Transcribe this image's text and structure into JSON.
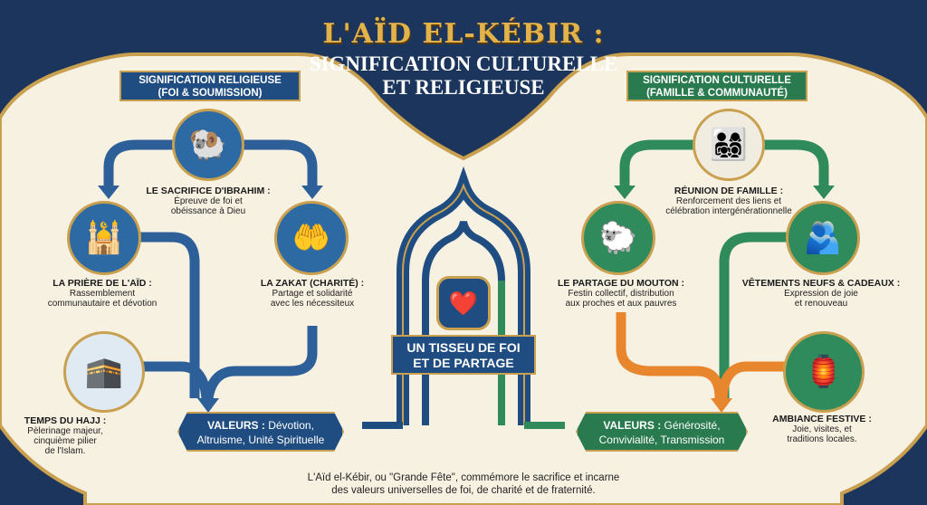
{
  "title": {
    "line1": "L'AÏD EL-KÉBIR :",
    "line2": "SIGNIFICATION CULTURELLE",
    "line3": "ET RELIGIEUSE"
  },
  "religious": {
    "banner": {
      "line1": "SIGNIFICATION RELIGIEUSE",
      "line2": "(FOI & SOUMISSION)"
    },
    "items": [
      {
        "title": "LE SACRIFICE D'IBRAHIM :",
        "text1": "Épreuve de foi et",
        "text2": "obéissance à Dieu",
        "icon": "ibrahim-ram-icon"
      },
      {
        "title": "LA PRIÈRE DE L'AÏD :",
        "text1": "Rassemblement",
        "text2": "communautaire et dévotion",
        "icon": "crescent-mosque-icon"
      },
      {
        "title": "LA ZAKAT (CHARITÉ) :",
        "text1": "Partage et solidarité",
        "text2": "avec les nécessiteux",
        "icon": "giving-hands-icon"
      },
      {
        "title": "TEMPS DU HAJJ :",
        "text1": "Pèlerinage majeur,",
        "text2": "cinquième pilier",
        "text3": "de l'Islam.",
        "icon": "kaaba-icon"
      }
    ],
    "values": {
      "label": "VALEURS :",
      "text1": "Dévotion,",
      "text2": "Altruisme, Unité Spirituelle"
    }
  },
  "cultural": {
    "banner": {
      "line1": "SIGNIFICATION CULTURELLE",
      "line2": "(FAMILLE & COMMUNAUTÉ)"
    },
    "items": [
      {
        "title": "RÉUNION DE FAMILLE :",
        "text1": "Renforcement des liens et",
        "text2": "célébration intergénérationnelle",
        "icon": "family-meal-icon"
      },
      {
        "title": "LE PARTAGE DU MOUTON :",
        "text1": "Festin collectif, distribution",
        "text2": "aux proches et aux pauvres",
        "icon": "sheep-feast-icon"
      },
      {
        "title": "VÊTEMENTS NEUFS & CADEAUX :",
        "text1": "Expression de joie",
        "text2": "et renouveau",
        "icon": "family-hug-icon"
      },
      {
        "title": "AMBIANCE FESTIVE :",
        "text1": "Joie, visites, et",
        "text2": "traditions locales.",
        "icon": "lanterns-kids-icon"
      }
    ],
    "values": {
      "label": "VALEURS :",
      "text1": "Générosité,",
      "text2": "Convivialité, Transmission"
    }
  },
  "center": {
    "line1": "UN TISSEU DE FOI",
    "line2": "ET DE PARTAGE",
    "icon": "heart-book-icon"
  },
  "footer": {
    "line1": "L'Aïd el-Kébir, ou \"Grande Fête\", commémore le sacrifice et incarne",
    "line2": "des valeurs universelles de foi, de charité et de fraternité."
  },
  "colors": {
    "navy": "#1c355c",
    "blue": "#1f4d82",
    "green": "#2a7a4f",
    "orange": "#e8862e",
    "gold": "#c9a04f",
    "cream": "#f7f1e2"
  }
}
